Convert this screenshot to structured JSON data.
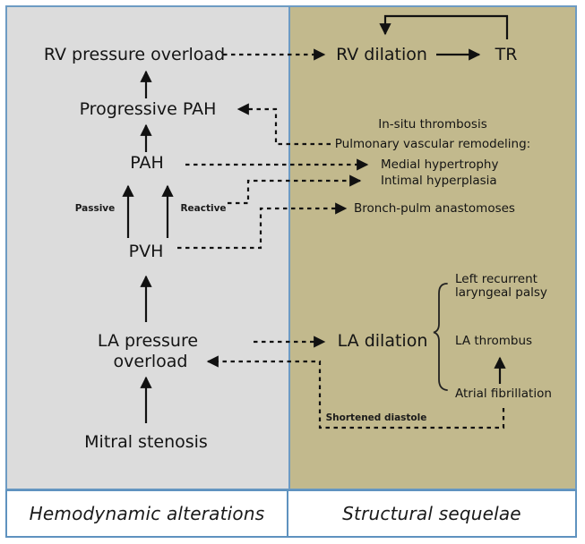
{
  "footers": {
    "left": "Hemodynamic alterations",
    "right": "Structural sequelae"
  },
  "nodes": {
    "rv_pressure_overload": "RV pressure overload",
    "progressive_pah": "Progressive PAH",
    "pah": "PAH",
    "passive": "Passive",
    "reactive": "Reactive",
    "pvh": "PVH",
    "la_pressure_line1": "LA pressure",
    "la_pressure_line2": "overload",
    "mitral_stenosis": "Mitral stenosis",
    "rv_dilation": "RV dilation",
    "tr": "TR",
    "in_situ_thrombosis": "In-situ thrombosis",
    "pulm_vascular_remodeling": "Pulmonary vascular remodeling:",
    "medial_hypertrophy": "Medial hypertrophy",
    "intimal_hyperplasia": "Intimal hyperplasia",
    "bronch_pulm_anastomoses": "Bronch-pulm anastomoses",
    "la_dilation": "LA dilation",
    "left_recurrent_line1": "Left recurrent",
    "left_recurrent_line2": "laryngeal palsy",
    "la_thrombus": "LA thrombus",
    "atrial_fibrillation": "Atrial fibrillation",
    "shortened_diastole": "Shortened diastole"
  },
  "colors": {
    "left_panel_bg": "#dcdcdc",
    "right_panel_bg": "#c2b98d",
    "border_blue": "#5f92bf",
    "text": "#141414"
  }
}
